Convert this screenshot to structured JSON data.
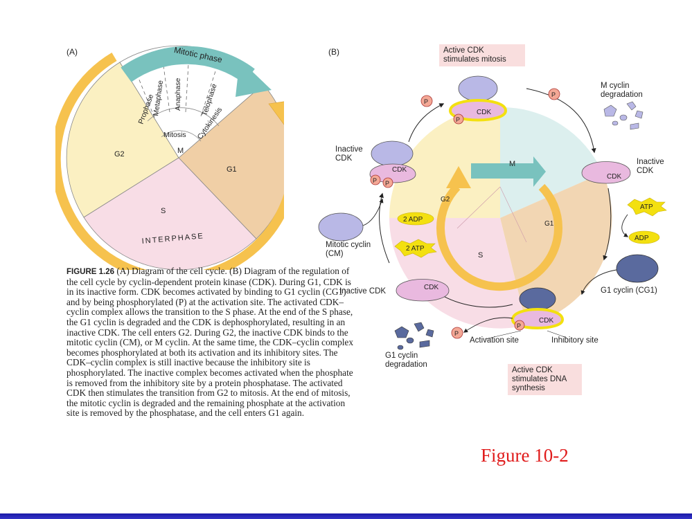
{
  "panel_a": {
    "letter": "(A)",
    "mitotic_phase": "Mitotic phase",
    "prophase": "Prophase",
    "metaphase": "Metaphase",
    "anaphase": "Anaphase",
    "telophase": "Telophase",
    "cytokinesis": "Cytokinesis",
    "mitosis": "Mitosis",
    "m": "M",
    "g2": "G2",
    "g1": "G1",
    "s": "S",
    "interphase": "INTERPHASE"
  },
  "panel_b": {
    "letter": "(B)",
    "active_cdk_mitosis": "Active CDK stimulates mitosis",
    "m_cyclin_degradation": "M cyclin degradation",
    "inactive_cdk_right": "Inactive CDK",
    "inactive_cdk_left": "Inactive CDK",
    "inactive_cdk_bottom": "Inactive CDK",
    "mitotic_cyclin": "Mitotic cyclin (CM)",
    "g1_cyclin": "G1 cyclin (CG1)",
    "g1_cyclin_degradation": "G1 cyclin degradation",
    "activation_site": "Activation site",
    "inhibitory_site": "Inhibitory site",
    "active_cdk_dna": "Active CDK stimulates DNA synthesis",
    "atp": "ATP",
    "adp": "ADP",
    "two_adp": "2 ADP",
    "two_atp": "2 ATP",
    "cdk": "CDK",
    "p": "P",
    "inner_m": "M",
    "inner_g1": "G1",
    "inner_g2": "G2",
    "inner_s": "S"
  },
  "caption": {
    "label": "FIGURE 1.26",
    "text": "(A) Diagram of the cell cycle. (B) Diagram of the regulation of the cell cycle by cyclin-dependent protein kinase (CDK). During G1, CDK is in its inactive form. CDK becomes activated by binding to G1 cyclin (CG1) and by being phosphorylated (P) at the activation site. The activated CDK–cyclin complex allows the transition to the S phase. At the end of the S phase, the G1 cyclin is degraded and the CDK is dephosphorylated, resulting in an inactive CDK. The cell enters G2. During G2, the inactive CDK binds to the mitotic cyclin (CM), or M cyclin. At the same time, the CDK–cyclin complex becomes phosphorylated at both its activation and its inhibitory sites. The CDK–cyclin complex is still inactive because the inhibitory site is phosphorylated. The inactive complex becomes activated when the phosphate is removed from the inhibitory site by a protein phosphatase. The activated CDK then stimulates the transition from G2 to mitosis. At the end of mitosis, the mitotic cyclin is degraded and the remaining phosphate at the activation site is removed by the phosphatase, and the cell enters G1 again."
  },
  "figure_number": "Figure 10-2",
  "colors": {
    "yellow_arrow": "#f6c24e",
    "teal_arrow": "#79c2be",
    "peach": "#f0cfa6",
    "cream": "#fbf0c2",
    "pink": "#f8dde6",
    "lilac": "#b9b8e6",
    "pink_cdk": "#e9b9df",
    "red_text": "#e01a1a",
    "blue_bar": "#2424b4"
  }
}
